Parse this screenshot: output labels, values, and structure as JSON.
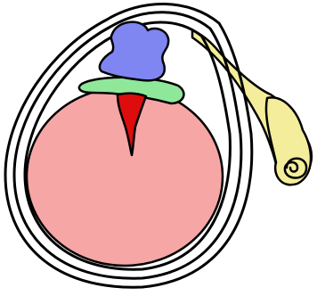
{
  "diagram": {
    "labels": [],
    "colors": {
      "background": "#ffffff",
      "outline": "#000000",
      "yolk_sac": "#f7a6a6",
      "embryonic_disc": "#8fe89a",
      "amniotic_cavity": "#7f86f2",
      "primitive_streak": "#dd0d0d",
      "umbilical_stalk": "#f4ee9c"
    },
    "parts": [
      {
        "name": "chorionic-membranes",
        "color_key": "outline"
      },
      {
        "name": "yolk-sac",
        "color_key": "yolk_sac"
      },
      {
        "name": "embryonic-disc",
        "color_key": "embryonic_disc"
      },
      {
        "name": "amniotic-cavity",
        "color_key": "amniotic_cavity"
      },
      {
        "name": "primitive-streak",
        "color_key": "primitive_streak"
      },
      {
        "name": "umbilical-stalk",
        "color_key": "umbilical_stalk"
      }
    ]
  }
}
